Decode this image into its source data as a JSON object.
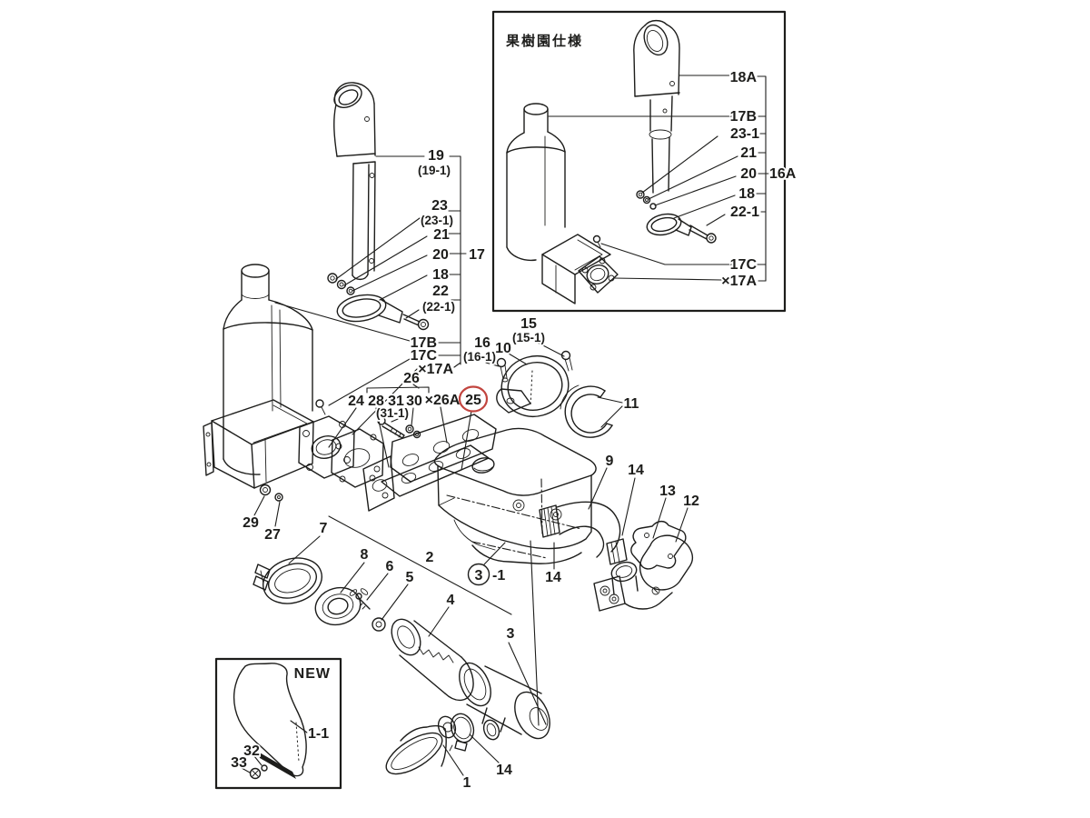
{
  "colors": {
    "line": "#1d1d1b",
    "red": "#c2453f",
    "bg": "#ffffff"
  },
  "main_diagram": {
    "callouts": {
      "c19": "19",
      "c19_1": "(19-1)",
      "c23": "23",
      "c23_1": "(23-1)",
      "c21": "21",
      "c20": "20",
      "c17": "17",
      "c18": "18",
      "c22": "22",
      "c22_1": "(22-1)",
      "c17b": "17B",
      "c17c": "17C",
      "c17a": "×17A",
      "c16": "16",
      "c16_1": "(16-1)",
      "c15": "15",
      "c15_1": "(15-1)",
      "c10": "10",
      "c11": "11",
      "c26": "26",
      "c24": "24",
      "c28": "28",
      "c31": "31",
      "c31_1": "(31-1)",
      "c30": "30",
      "c26a": "×26A",
      "c25": "25",
      "c29": "29",
      "c27": "27",
      "c7": "7",
      "c8": "8",
      "c6": "6",
      "c5": "5",
      "c2": "2",
      "c4": "4",
      "c3_circ": "3",
      "c3_suffix": "-1",
      "c3": "3",
      "c9": "9",
      "c13": "13",
      "c12": "12",
      "c14_hose_top": "14",
      "c14_hose_bottom": "14",
      "c14_scoop": "14",
      "c1": "1"
    },
    "highlighted_callout": "25"
  },
  "orchard_inset": {
    "title": "果樹園仕様",
    "callouts": {
      "c18a": "18A",
      "c17b": "17B",
      "c23_1": "23-1",
      "c21": "21",
      "c20": "20",
      "c16a": "16A",
      "c18": "18",
      "c22_1": "22-1",
      "c17c": "17C",
      "c17a": "×17A"
    }
  },
  "new_inset": {
    "badge": "NEW",
    "callouts": {
      "c1_1": "1-1",
      "c32": "32",
      "c33": "33"
    }
  }
}
